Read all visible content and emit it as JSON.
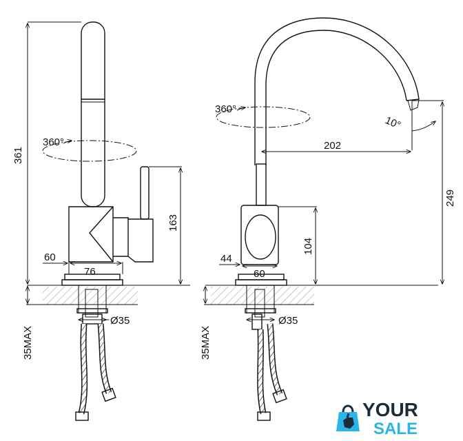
{
  "left_view": {
    "height_total": "361",
    "rotation": "360°",
    "handle_height": "163",
    "body_width": "60",
    "base_width": "76",
    "hole_diameter": "Ø35",
    "max_thickness": "35MAX"
  },
  "right_view": {
    "rotation": "360°",
    "tilt_angle": "10°",
    "reach": "202",
    "spout_height": "249",
    "body_height": "104",
    "body_width": "44",
    "base_width": "60",
    "hole_diameter": "Ø35",
    "max_thickness": "35MAX"
  },
  "logo": {
    "word_top": "YOUR",
    "word_bottom": "SALE",
    "colors": {
      "dark": "#1c2b3a",
      "accent": "#29b6e6"
    }
  }
}
